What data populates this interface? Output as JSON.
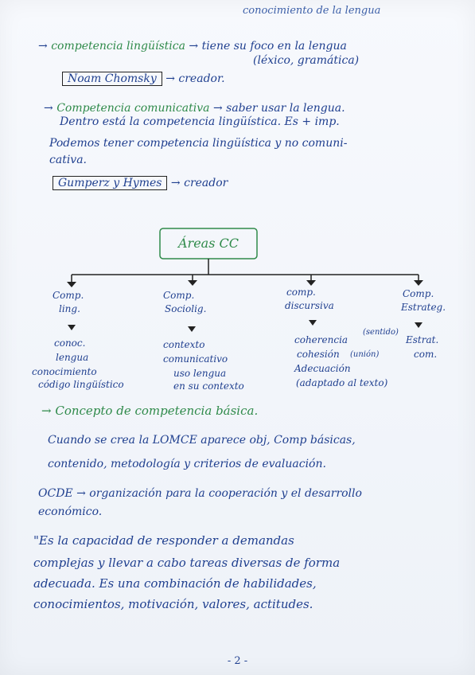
{
  "header_note": "conocimiento de la lengua",
  "line1": {
    "arrow": "→",
    "term": "competencia lingüística",
    "rest": "→ tiene su foco en la lengua"
  },
  "line1b": "(léxico, gramática)",
  "noam": {
    "name": "Noam Chomsky",
    "role": "→ creador."
  },
  "line3": {
    "term": "Competencia comunicativa",
    "rest": "→ saber usar la lengua."
  },
  "line4": "Dentro está la competencia lingüística. Es + imp.",
  "line5": "Podemos tener competencia lingüística y no comuni-",
  "line6": "cativa.",
  "gumperz": {
    "name": "Gumperz y Hymes",
    "role": "→ creador"
  },
  "areas_title": "Áreas CC",
  "branches": [
    {
      "title1": "Comp.",
      "title2": "ling.",
      "desc1": "conoc.",
      "desc2": "lengua",
      "desc3": "conocimiento",
      "desc4": "código lingüístico"
    },
    {
      "title1": "Comp.",
      "title2": "Sociolig.",
      "desc1": "contexto",
      "desc2": "comunicativo",
      "desc3": "uso lengua",
      "desc4": "en su contexto"
    },
    {
      "title1": "comp.",
      "title2": "discursiva",
      "desc1": "coherencia",
      "desc2": "cohesión",
      "desc3": "Adecuación",
      "desc4": "(adaptado al texto)"
    },
    {
      "title1": "Comp.",
      "title2": "Estrateg.",
      "desc1": "Estrat.",
      "desc2": "com.",
      "desc3": "",
      "desc4": ""
    }
  ],
  "coherence_note": "(sentido)",
  "cohesion_note": "(unión)",
  "concept": "→ Concepto de competencia básica.",
  "p1a": "Cuando se crea la LOMCE aparece obj, Comp básicas,",
  "p1b": "contenido, metodología y criterios de evaluación.",
  "p2a": "OCDE → organización para la cooperación y el desarrollo",
  "p2b": "económico.",
  "p3a": "\"Es la capacidad de responder a demandas",
  "p3b": "complejas y llevar a cabo tareas diversas de forma",
  "p3c": "adecuada. Es una combinación de habilidades,",
  "p3d": "conocimientos, motivación, valores, actitudes.",
  "page_number": "- 2 -"
}
